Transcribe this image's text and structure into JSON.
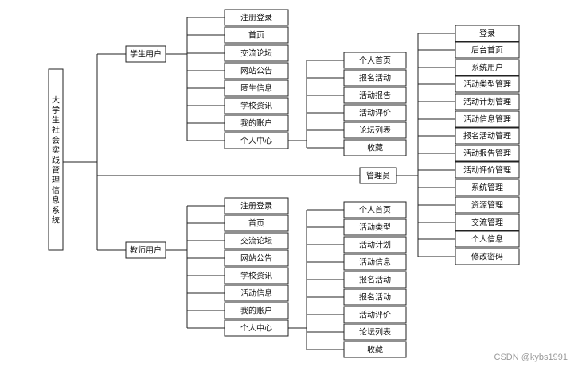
{
  "root": "大学生社会实践管理信息系统",
  "student": {
    "label": "学生用户",
    "items": [
      "注册登录",
      "首页",
      "交流论坛",
      "网站公告",
      "匿生信息",
      "学校资讯",
      "我的账户",
      "个人中心"
    ],
    "center_items": [
      "个人首页",
      "报名活动",
      "活动报告",
      "活动评价",
      "论坛列表",
      "收藏"
    ]
  },
  "teacher": {
    "label": "教师用户",
    "items": [
      "注册登录",
      "首页",
      "交流论坛",
      "网站公告",
      "学校资讯",
      "活动信息",
      "我的账户",
      "个人中心"
    ],
    "center_items": [
      "个人首页",
      "活动类型",
      "活动计划",
      "活动信息",
      "报名活动",
      "报名活动",
      "活动评价",
      "论坛列表",
      "收藏"
    ]
  },
  "admin": {
    "label": "管理员",
    "items": [
      "登录",
      "后台首页",
      "系统用户",
      "活动类型管理",
      "活动计划管理",
      "活动信息管理",
      "报名活动管理",
      "活动报告管理",
      "活动评价管理",
      "系统管理",
      "资源管理",
      "交流管理",
      "个人信息",
      "修改密码"
    ]
  },
  "watermark": "CSDN @kybs1991"
}
